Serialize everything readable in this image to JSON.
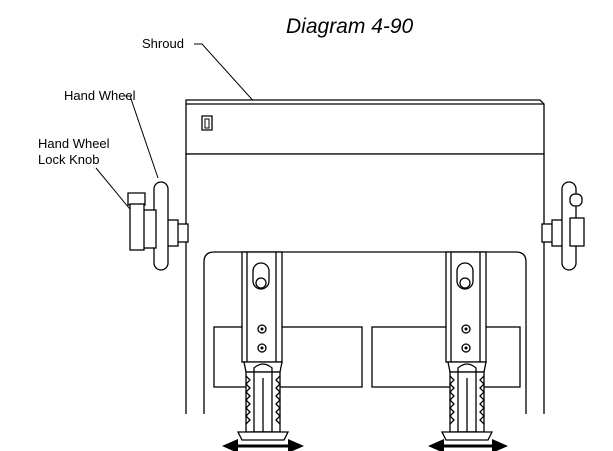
{
  "title": "Diagram 4-90",
  "labels": {
    "shroud": "Shroud",
    "hand_wheel": "Hand Wheel",
    "lock_knob_line1": "Hand Wheel",
    "lock_knob_line2": "Lock Knob"
  },
  "colors": {
    "ink": "#000000",
    "paper": "#ffffff"
  }
}
